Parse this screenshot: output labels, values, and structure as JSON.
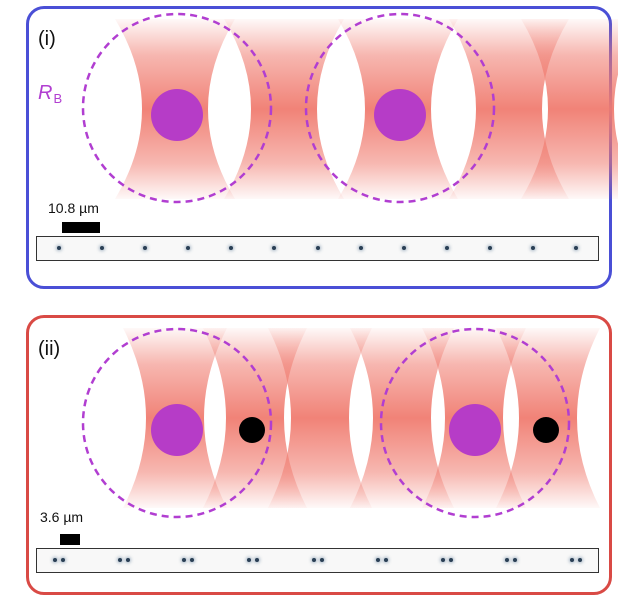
{
  "colors": {
    "panel_i_border": "#4a4fd6",
    "panel_ii_border": "#d94a45",
    "beam": "#f07c70",
    "blockade_circle": "#b13ed1",
    "rydberg_atom": "#b63cc7",
    "ground_atom": "#000000",
    "rb_label": "#b13ed1",
    "strip_atom": "#2a3f55"
  },
  "panels": [
    {
      "id": "i",
      "label": "(i)",
      "blockade_label": "R",
      "blockade_subscript": "B",
      "scale_label": "10.8 µm",
      "strip_atom_count": 13,
      "strip_atom_pattern": "single"
    },
    {
      "id": "ii",
      "label": "(ii)",
      "scale_label": "3.6 µm",
      "strip_atom_count": 9,
      "strip_atom_pattern": "pairs"
    }
  ]
}
